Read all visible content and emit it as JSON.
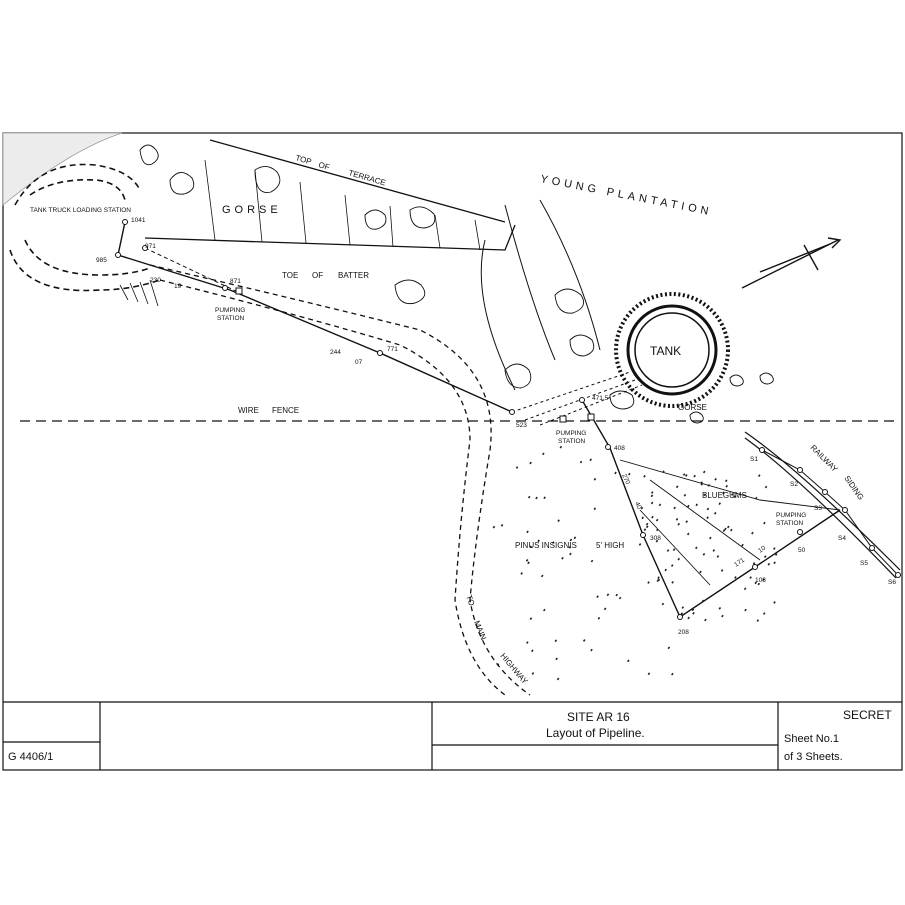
{
  "map": {
    "labels": {
      "tank_truck_loading_station": "TANK TRUCK LOADING STATION",
      "gorse_main": "GORSE",
      "gorse_small": "GORSE",
      "top_of_terrace_1": "TOP",
      "top_of_terrace_2": "OF",
      "top_of_terrace_3": "TERRACE",
      "young_plantation": "YOUNG PLANTATION",
      "toe_of_batter_1": "TOE",
      "toe_of_batter_2": "OF",
      "toe_of_batter_3": "BATTER",
      "pumping_station_1a": "PUMPING",
      "pumping_station_1b": "STATION",
      "pumping_station_2a": "PUMPING",
      "pumping_station_2b": "STATION",
      "pumping_station_3a": "PUMPING",
      "pumping_station_3b": "STATION",
      "wire_fence_1": "WIRE",
      "wire_fence_2": "FENCE",
      "tank": "TANK",
      "railway_siding_1": "RAILWAY",
      "railway_siding_2": "SIDING",
      "bluegums": "BLUEGUMS",
      "pinus_insignis": "PINUS INSIGNIS",
      "five_ft_high": "5' HIGH",
      "to_main_highway_1": "TO",
      "to_main_highway_2": "MAIN",
      "to_main_highway_3": "HIGHWAY"
    },
    "points": {
      "p1041": "1041",
      "p971": "971",
      "p985": "985",
      "p230": "230",
      "p19": "19",
      "p871": "871",
      "p244": "244",
      "p07": "07",
      "p771": "771",
      "p523": "523",
      "p471_5": "471.5",
      "p408": "408",
      "p270": "270",
      "p40": "40",
      "p308": "308",
      "p208": "208",
      "p171": "171",
      "p10": "10",
      "p50": "50",
      "p108": "108",
      "s1": "S1",
      "s2": "S2",
      "s3": "S3",
      "s4": "S4",
      "s5": "S5",
      "s6": "S6"
    }
  },
  "title_block": {
    "reference": "G 4406/1",
    "site": "SITE  AR 16",
    "title": "Layout of Pipeline.",
    "classification": "SECRET",
    "sheet_no": "Sheet No.1",
    "sheet_total": "of 3 Sheets."
  }
}
